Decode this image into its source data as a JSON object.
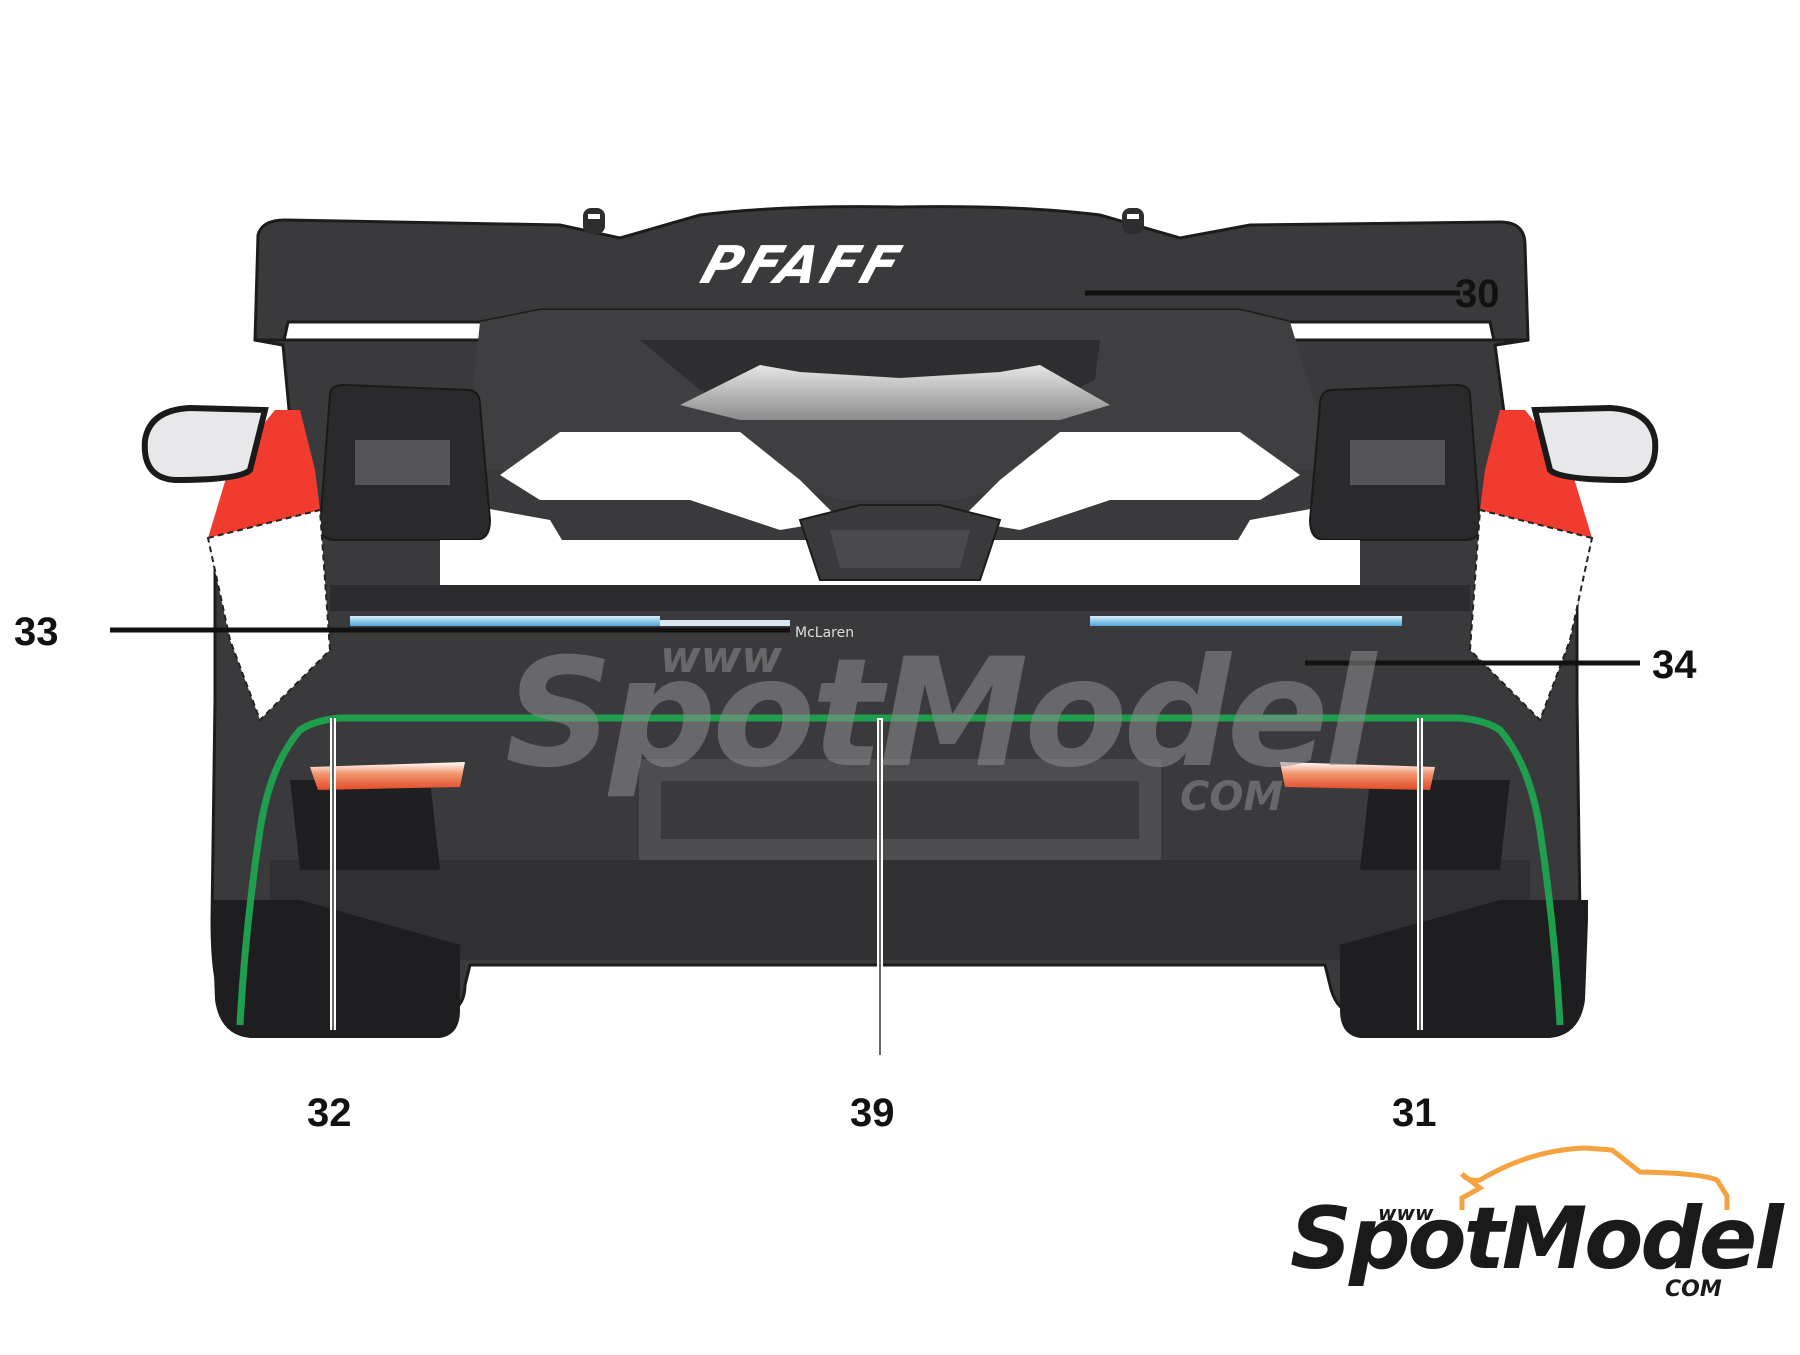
{
  "diagram": {
    "subject": "Race car rear view – decal placement",
    "sponsor_wing_text": "PFAFF",
    "rear_badge_text": "McLaren",
    "colors": {
      "body": "#3a3a3c",
      "body_dark": "#232325",
      "body_mid": "#4c4c4f",
      "livery_white": "#ffffff",
      "tail_red": "#f23b2f",
      "accent_green": "#1f9e4e",
      "stripe_blue": "#5fb3dd",
      "exhaust_orange": "#f06a3a",
      "leader_line": "#111111",
      "watermark": "#7a7a7c",
      "logo_orange": "#f5a340",
      "logo_dark": "#1a1a1a"
    },
    "callouts": [
      {
        "id": "30",
        "label": "30",
        "target": "rear wing PFAFF decal"
      },
      {
        "id": "33",
        "label": "33",
        "target": "left rear light-blue stripe / McLaren badge"
      },
      {
        "id": "34",
        "label": "34",
        "target": "right rear light-blue stripe / script logo"
      },
      {
        "id": "32",
        "label": "32",
        "target": "left rear lower green outline"
      },
      {
        "id": "39",
        "label": "39",
        "target": "center rear green line"
      },
      {
        "id": "31",
        "label": "31",
        "target": "right rear lower green outline"
      }
    ]
  },
  "watermark": {
    "prefix": "www",
    "brand": "SpotModel",
    "suffix": "COM"
  },
  "logo": {
    "prefix": "www",
    "brand": "SpotModel",
    "suffix": "COM"
  }
}
